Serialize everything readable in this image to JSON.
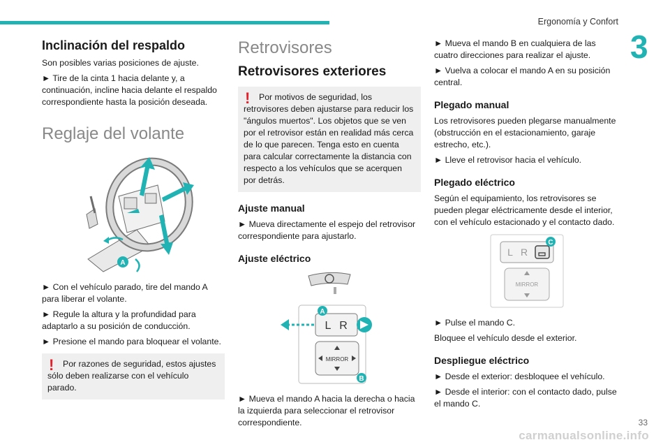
{
  "header": {
    "section": "Ergonomía y Confort",
    "chapter": "3"
  },
  "footer": {
    "page": "33",
    "watermark": "carmanualsonline.info"
  },
  "colors": {
    "accent": "#21b3b4",
    "warning": "#e4212b",
    "note_bg": "#efefef"
  },
  "col1": {
    "h_backrest": "Inclinación del respaldo",
    "p1": "Son posibles varias posiciones de ajuste.",
    "p2": "► Tire de la cinta 1 hacia delante y, a continuación, incline hacia delante el respaldo correspondiente hasta la posición deseada.",
    "h_wheel": "Reglaje del volante",
    "fig_label_a": "A",
    "p3": "► Con el vehículo parado, tire del mando A para liberar el volante.",
    "p4": "► Regule la altura y la profundidad para adaptarlo a su posición de conducción.",
    "p5": "► Presione el mando para bloquear el volante.",
    "warning": "Por razones de seguridad, estos ajustes sólo deben realizarse con el vehículo parado."
  },
  "col2": {
    "h_mirrors": "Retrovisores",
    "h_exterior": "Retrovisores exteriores",
    "warning": "Por motivos de seguridad, los retrovisores deben ajustarse para reducir los \"ángulos muertos\". Los objetos que se ven por el retrovisor están en realidad más cerca de lo que parecen. Tenga esto en cuenta para calcular correctamente la distancia con respecto a los vehículos que se acerquen por detrás.",
    "h_manual": "Ajuste manual",
    "p_manual": "► Mueva directamente el espejo del retrovisor correspondiente para ajustarlo.",
    "h_electric": "Ajuste eléctrico",
    "fig_left": "L",
    "fig_right": "R",
    "fig_mirror": "MIRROR",
    "fig_label_a": "A",
    "fig_label_b": "B",
    "p_electric": "► Mueva el mando A hacia la derecha o hacia la izquierda para seleccionar el retrovisor correspondiente."
  },
  "col3": {
    "p1": "► Mueva el mando B en cualquiera de las cuatro direcciones para realizar el ajuste.",
    "p2": "► Vuelva a colocar el mando A en su posición central.",
    "h_fold_manual": "Plegado manual",
    "p3": "Los retrovisores pueden plegarse manualmente (obstrucción en el estacionamiento, garaje estrecho, etc.).",
    "p4": "► Lleve el retrovisor hacia el vehículo.",
    "h_fold_electric": "Plegado eléctrico",
    "p5": "Según el equipamiento, los retrovisores se pueden plegar eléctricamente desde el interior, con el vehículo estacionado y el contacto dado.",
    "fig_left": "L",
    "fig_right": "R",
    "fig_mirror": "MIRROR",
    "fig_label_c": "C",
    "p6": "► Pulse el mando C.",
    "p7": "Bloquee el vehículo desde el exterior.",
    "h_unfold": "Despliegue eléctrico",
    "p8": "► Desde el exterior: desbloquee el vehículo.",
    "p9": "► Desde el interior: con el contacto dado, pulse el mando C."
  }
}
